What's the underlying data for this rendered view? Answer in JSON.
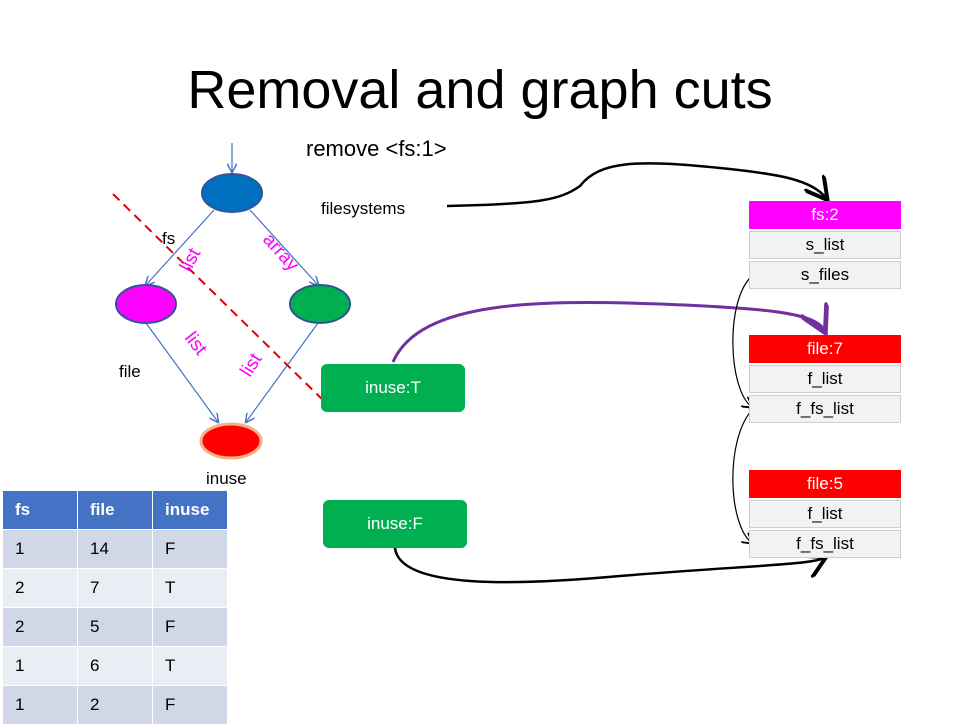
{
  "title": "Removal and graph cuts",
  "command": "remove <fs:1>",
  "graph": {
    "labels": {
      "fs": "fs",
      "file": "file",
      "inuse": "inuse"
    },
    "edge_labels": {
      "list_top": "list",
      "array": "array",
      "list_left": "list",
      "list_right": "list"
    },
    "colors": {
      "top": "#0070c0",
      "left": "#ff00ff",
      "right": "#00b050",
      "bottom": "#ff0000",
      "bottom_ring": "#f4b183",
      "cut": "#e00000",
      "edge_label": "#ff00ff"
    }
  },
  "filesystems_label": "filesystems",
  "pills": {
    "inuse_t": "inuse:T",
    "inuse_f": "inuse:F"
  },
  "records": [
    {
      "head": "fs:2",
      "head_color": "#ff00ff",
      "fields": [
        "s_list",
        "s_files"
      ]
    },
    {
      "head": "file:7",
      "head_color": "#ff0000",
      "fields": [
        "f_list",
        "f_fs_list"
      ]
    },
    {
      "head": "file:5",
      "head_color": "#ff0000",
      "fields": [
        "f_list",
        "f_fs_list"
      ]
    }
  ],
  "table": {
    "headers": [
      "fs",
      "file",
      "inuse"
    ],
    "rows": [
      [
        "1",
        "14",
        "F"
      ],
      [
        "2",
        "7",
        "T"
      ],
      [
        "2",
        "5",
        "F"
      ],
      [
        "1",
        "6",
        "T"
      ],
      [
        "1",
        "2",
        "F"
      ]
    ]
  },
  "arrow_colors": {
    "black": "#000000",
    "purple": "#7030a0"
  }
}
